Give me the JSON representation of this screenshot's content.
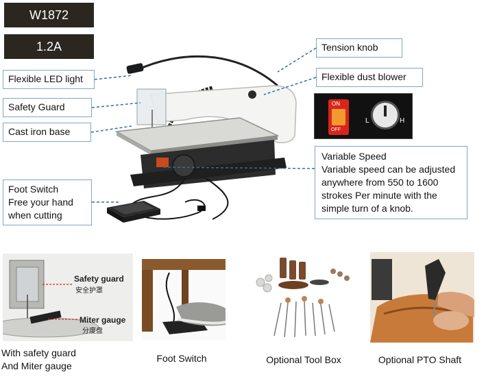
{
  "header": {
    "model": "W1872",
    "current": "1.2A"
  },
  "callouts": {
    "tension_knob": "Tension knob",
    "led_light": "Flexible LED light",
    "dust_blower": "Flexible dust blower",
    "safety_guard": "Safety Guard",
    "cast_iron_base": "Cast iron base",
    "variable_speed": {
      "title": "Variable Speed",
      "body": "Variable speed can be adjusted anywhere from 550 to 1600 strokes Per minute with the simple turn of a knob."
    },
    "foot_switch": {
      "line1": "Foot Switch",
      "line2": "Free your hand",
      "line3": "when cutting"
    }
  },
  "switch_panel": {
    "on_label": "ON",
    "off_label": "OFF",
    "low_label": "L",
    "high_label": "H"
  },
  "thumb_labels": {
    "safety_guard_en": "Safety guard",
    "safety_guard_cn": "安全护罩",
    "miter_gauge_en": "Miter gauge",
    "miter_gauge_cn": "分度盘"
  },
  "captions": {
    "guard_line1": "With safety guard",
    "guard_line2": "And Miter gauge",
    "foot_switch": "Foot Switch",
    "tool_box": "Optional Tool Box",
    "pto_shaft": "Optional PTO Shaft"
  },
  "colors": {
    "badge_bg": "#2b2620",
    "callout_border": "#7da6c8",
    "leader_line": "#2f6ea5",
    "switch_red": "#d8261c",
    "switch_orange": "#f29a2e"
  }
}
